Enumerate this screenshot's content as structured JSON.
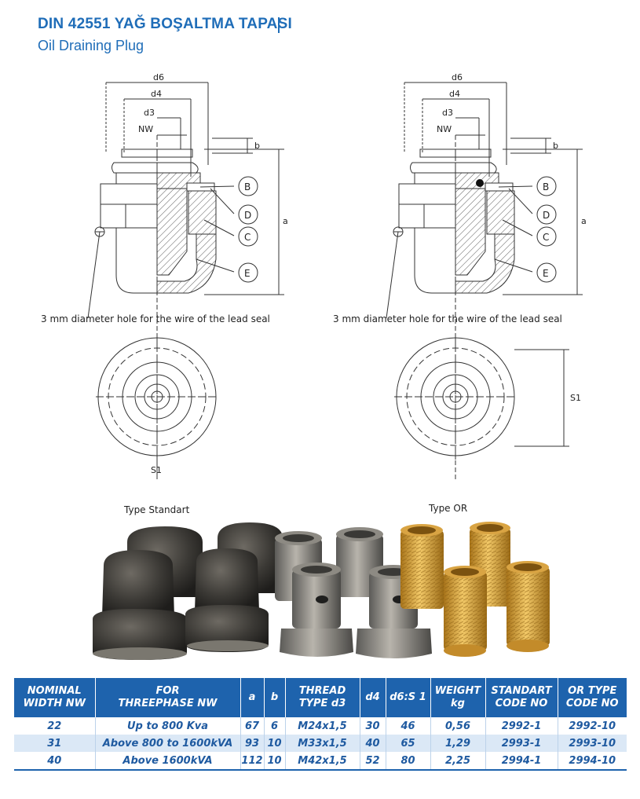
{
  "header": {
    "title": "DIN 42551 YAĞ BOŞALTMA TAPASI",
    "subtitle": "Oil Draining Plug"
  },
  "drawings": {
    "dimension_labels": [
      "d6",
      "d4",
      "d3",
      "NW",
      "b",
      "a",
      "S1"
    ],
    "part_labels": [
      "B",
      "D",
      "C",
      "E"
    ],
    "hole_note": "3 mm diameter hole for the wire of the lead seal",
    "type_standart": "Type Standart",
    "type_or": "Type OR"
  },
  "colors": {
    "brand_blue": "#1f6db8",
    "table_header": "#1e63ad",
    "table_stripe": "#dbe8f6",
    "table_text": "#1f5aa0"
  },
  "table": {
    "headers": [
      [
        "NOMINAL",
        "WIDTH NW"
      ],
      [
        "FOR",
        "THREEPHASE NW"
      ],
      [
        "a"
      ],
      [
        "b"
      ],
      [
        "THREAD",
        "TYPE d3"
      ],
      [
        "d4"
      ],
      [
        "d6:S 1"
      ],
      [
        "WEIGHT",
        "kg"
      ],
      [
        "STANDART",
        "CODE NO"
      ],
      [
        "OR TYPE",
        "CODE NO"
      ]
    ],
    "rows": [
      [
        "22",
        "Up to  800 Kva",
        "67",
        "6",
        "M24x1,5",
        "30",
        "46",
        "0,56",
        "2992-1",
        "2992-10"
      ],
      [
        "31",
        "Above 800 to 1600kVA",
        "93",
        "10",
        "M33x1,5",
        "40",
        "65",
        "1,29",
        "2993-1",
        "2993-10"
      ],
      [
        "40",
        "Above 1600kVA",
        "112",
        "10",
        "M42x1,5",
        "52",
        "80",
        "2,25",
        "2994-1",
        "2994-10"
      ]
    ]
  }
}
